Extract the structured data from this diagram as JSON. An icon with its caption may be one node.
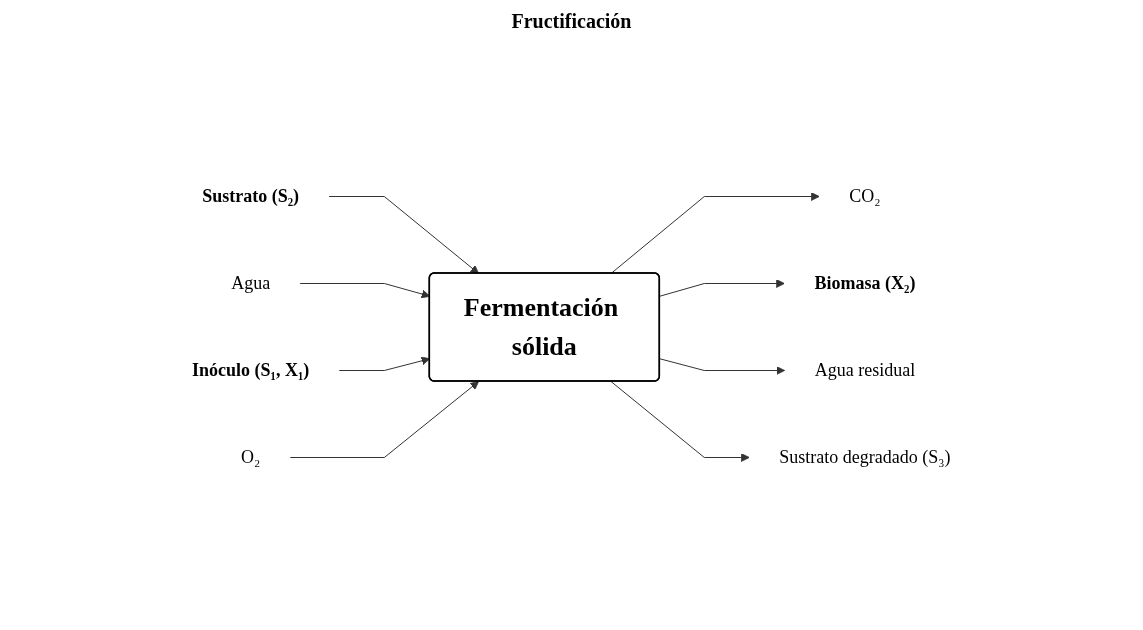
{
  "diagram": {
    "title": "Fructificación",
    "nodes": [
      {
        "text": [
          "Agua"
        ]
      },
      {
        "text": [
          "Sustrato (S₂)"
        ]
      },
      {
        "text": [
          "CO₂"
        ]
      },
      {
        "text": [
          "Inóculo (S₁, X₁)"
        ]
      },
      {
        "text": [
          "Fermentación sólida"
        ]
      },
      {
        "text": [
          "Biomasa (X₂)"
        ]
      },
      {
        "text": [
          "O₂"
        ]
      },
      {
        "text": [
          "Sustrato degradado (S₃)"
        ]
      },
      {
        "text": [
          "Agua residual"
        ]
      }
    ],
    "edges": [
      {
        "from": 1,
        "to": 4,
        "arrow": "to"
      },
      {
        "from": 0,
        "to": 4,
        "arrow": "to"
      },
      {
        "from": 3,
        "to": 4,
        "arrow": "to"
      },
      {
        "from": 6,
        "to": 4,
        "arrow": "to"
      },
      {
        "from": 4,
        "to": 2,
        "arrow": "to"
      },
      {
        "from": 4,
        "to": 5,
        "arrow": "to"
      },
      {
        "from": 4,
        "to": 8,
        "arrow": "to"
      },
      {
        "from": 4,
        "to": 7,
        "arrow": "to"
      }
    ]
  }
}
